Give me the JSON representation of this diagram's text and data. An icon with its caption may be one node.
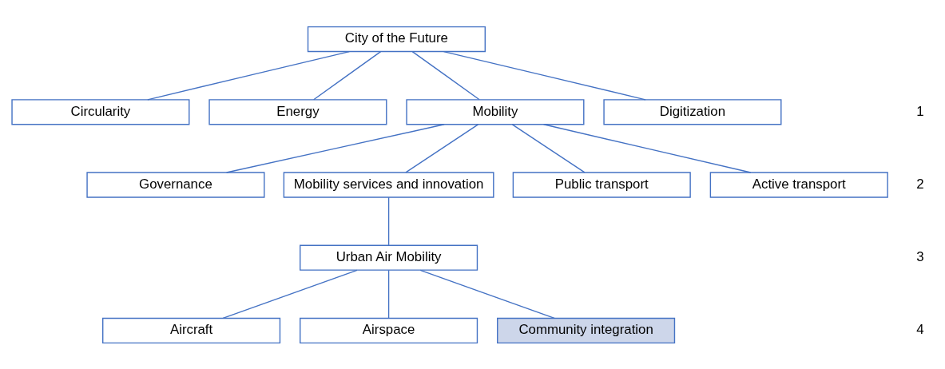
{
  "diagram": {
    "nodes": [
      {
        "text": [
          "City of the Future"
        ]
      },
      {
        "text": [
          "Circularity"
        ]
      },
      {
        "text": [
          "Energy"
        ]
      },
      {
        "text": [
          "Mobility"
        ]
      },
      {
        "text": [
          "Digitization"
        ]
      },
      {
        "text": [
          "Governance"
        ]
      },
      {
        "text": [
          "Mobility services and innovation"
        ]
      },
      {
        "text": [
          "Public transport"
        ]
      },
      {
        "text": [
          "Active transport"
        ]
      },
      {
        "text": [
          "Urban Air Mobility"
        ]
      },
      {
        "text": [
          "Aircraft"
        ]
      },
      {
        "text": [
          "Airspace"
        ]
      },
      {
        "text": [
          "Community integration"
        ]
      }
    ],
    "edges": [
      {
        "from": 0,
        "to": 1,
        "arrow": "none"
      },
      {
        "from": 0,
        "to": 2,
        "arrow": "none"
      },
      {
        "from": 0,
        "to": 3,
        "arrow": "none"
      },
      {
        "from": 0,
        "to": 4,
        "arrow": "none"
      },
      {
        "from": 3,
        "to": 5,
        "arrow": "none"
      },
      {
        "from": 3,
        "to": 6,
        "arrow": "none"
      },
      {
        "from": 3,
        "to": 7,
        "arrow": "none"
      },
      {
        "from": 3,
        "to": 8,
        "arrow": "none"
      },
      {
        "from": 6,
        "to": 9,
        "arrow": "none"
      },
      {
        "from": 9,
        "to": 10,
        "arrow": "none"
      },
      {
        "from": 9,
        "to": 11,
        "arrow": "none"
      },
      {
        "from": 9,
        "to": 12,
        "arrow": "none"
      }
    ],
    "labels": [
      "1",
      "2",
      "3",
      "4"
    ]
  }
}
